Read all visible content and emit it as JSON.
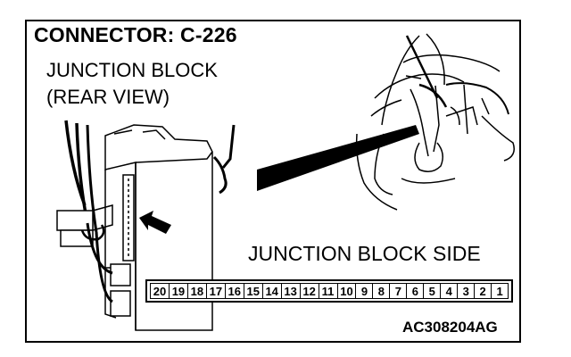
{
  "figure": {
    "title": "CONNECTOR: C-226",
    "junction_block_line1": "JUNCTION BLOCK",
    "junction_block_line2": "(REAR VIEW)",
    "side_label": "JUNCTION BLOCK SIDE",
    "figure_code": "AC308204AG"
  },
  "connector": {
    "pins": [
      "20",
      "19",
      "18",
      "17",
      "16",
      "15",
      "14",
      "13",
      "12",
      "11",
      "10",
      "9",
      "8",
      "7",
      "6",
      "5",
      "4",
      "3",
      "2",
      "1"
    ]
  },
  "colors": {
    "line": "#000000",
    "background": "#ffffff"
  }
}
